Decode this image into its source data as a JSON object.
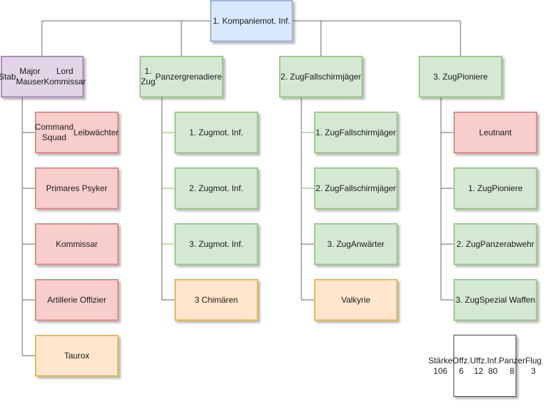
{
  "diagram": {
    "title": "Kompanie Organigramm",
    "root": {
      "lines": [
        "1. Kompanie",
        "mot. Inf."
      ],
      "color": "#dae8fc"
    },
    "columns": [
      {
        "header": {
          "lines": [
            "Stab",
            "Major Mauser",
            "Lord Kommissar"
          ],
          "color": "#e1d5e7"
        },
        "children": [
          {
            "lines": [
              "Command Squad",
              "Leibwächter"
            ],
            "kind": "command"
          },
          {
            "lines": [
              "Primares Psyker"
            ],
            "kind": "command"
          },
          {
            "lines": [
              "Kommissar"
            ],
            "kind": "command"
          },
          {
            "lines": [
              "Artillerie Offizier"
            ],
            "kind": "command"
          },
          {
            "lines": [
              "Taurox"
            ],
            "kind": "vehicle"
          }
        ]
      },
      {
        "header": {
          "lines": [
            "1. Zug",
            "Panzergrenadiere"
          ],
          "color": "#d5e8d4"
        },
        "children": [
          {
            "lines": [
              "1. Zug",
              "mot. Inf."
            ],
            "kind": "unit"
          },
          {
            "lines": [
              "2. Zug",
              "mot. Inf."
            ],
            "kind": "unit"
          },
          {
            "lines": [
              "3. Zug",
              "mot. Inf."
            ],
            "kind": "unit"
          },
          {
            "lines": [
              "3 Chimären"
            ],
            "kind": "vehicle"
          }
        ]
      },
      {
        "header": {
          "lines": [
            "2. Zug",
            "Fallschirmjäger"
          ],
          "color": "#d5e8d4"
        },
        "children": [
          {
            "lines": [
              "1. Zug",
              "Fallschirmjäger"
            ],
            "kind": "unit"
          },
          {
            "lines": [
              "2. Zug",
              "Fallschirmjäger"
            ],
            "kind": "unit"
          },
          {
            "lines": [
              "3. Zug",
              "Anwärter"
            ],
            "kind": "unit"
          },
          {
            "lines": [
              "Valkyrie"
            ],
            "kind": "vehicle"
          }
        ]
      },
      {
        "header": {
          "lines": [
            "3. Zug",
            "Pioniere"
          ],
          "color": "#d5e8d4"
        },
        "children": [
          {
            "lines": [
              "Leutnant"
            ],
            "kind": "command"
          },
          {
            "lines": [
              "1. Zug",
              "Pioniere"
            ],
            "kind": "unit"
          },
          {
            "lines": [
              "2. Zug",
              "Panzerabwehr"
            ],
            "kind": "unit"
          },
          {
            "lines": [
              "3. Zug",
              "Spezial Waffen"
            ],
            "kind": "unit"
          }
        ]
      }
    ],
    "summary": {
      "lines": [
        "Stärke 106",
        "Offz. 6",
        "Uffz. 12",
        "Inf. 80",
        "Panzer 8",
        "Flug 3"
      ]
    },
    "colors": {
      "command": "#f8cecc",
      "unit": "#d5e8d4",
      "vehicle": "#ffe6cc",
      "connector": "#666666",
      "connector_green": "#82b366"
    }
  }
}
